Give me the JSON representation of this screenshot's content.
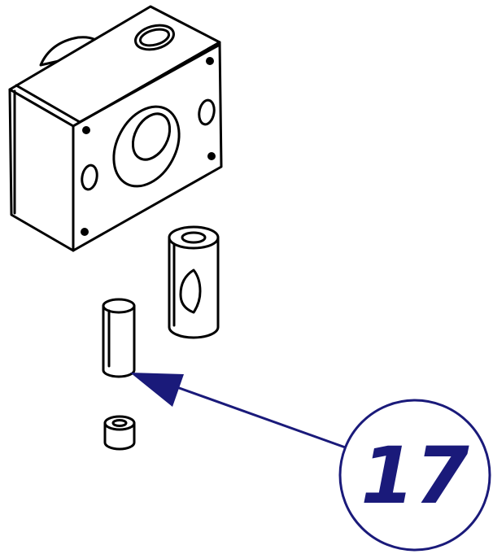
{
  "callout": {
    "number": "17",
    "color": "#1a1a7a"
  },
  "parts": [
    {
      "name": "valve-block"
    },
    {
      "name": "spool-sleeve"
    },
    {
      "name": "pin"
    },
    {
      "name": "plug-screw"
    }
  ]
}
